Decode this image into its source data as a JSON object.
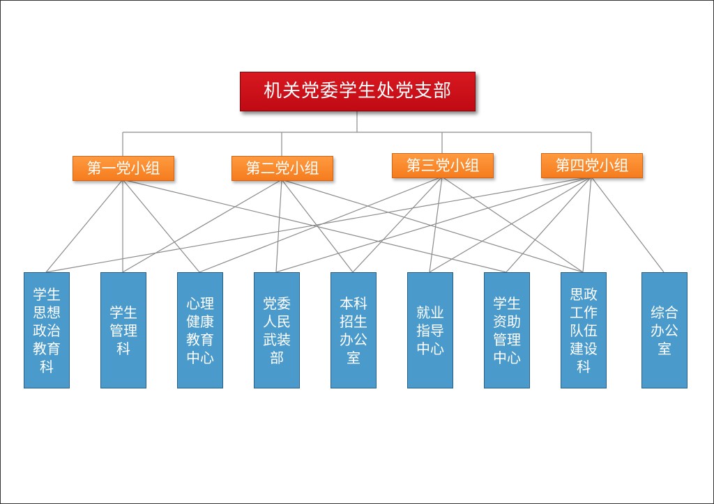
{
  "root": {
    "label": "机关党委学生处党支部"
  },
  "groups": [
    {
      "label": "第一党小组"
    },
    {
      "label": "第二党小组"
    },
    {
      "label": "第三党小组"
    },
    {
      "label": "第四党小组"
    }
  ],
  "departments": [
    {
      "label": "学生思想政治教育科"
    },
    {
      "label": "学生管理科"
    },
    {
      "label": "心理健康教育中心"
    },
    {
      "label": "党委人民武装部"
    },
    {
      "label": "本科招生办公室"
    },
    {
      "label": "就业指导中心"
    },
    {
      "label": "学生资助管理中心"
    },
    {
      "label": "思政工作队伍建设科"
    },
    {
      "label": "综合办公室"
    }
  ],
  "links": [
    [
      0,
      0
    ],
    [
      0,
      1
    ],
    [
      0,
      2
    ],
    [
      0,
      6
    ],
    [
      1,
      1
    ],
    [
      1,
      3
    ],
    [
      1,
      4
    ],
    [
      1,
      7
    ],
    [
      2,
      2
    ],
    [
      2,
      4
    ],
    [
      2,
      5
    ],
    [
      2,
      7
    ],
    [
      3,
      0
    ],
    [
      3,
      3
    ],
    [
      3,
      5
    ],
    [
      3,
      6
    ],
    [
      3,
      7
    ],
    [
      3,
      8
    ]
  ],
  "colors": {
    "root_fill": "#c8101a",
    "group_fill": "#f7852a",
    "dept_fill": "#4a9acb",
    "line": "#8a8a8a"
  }
}
